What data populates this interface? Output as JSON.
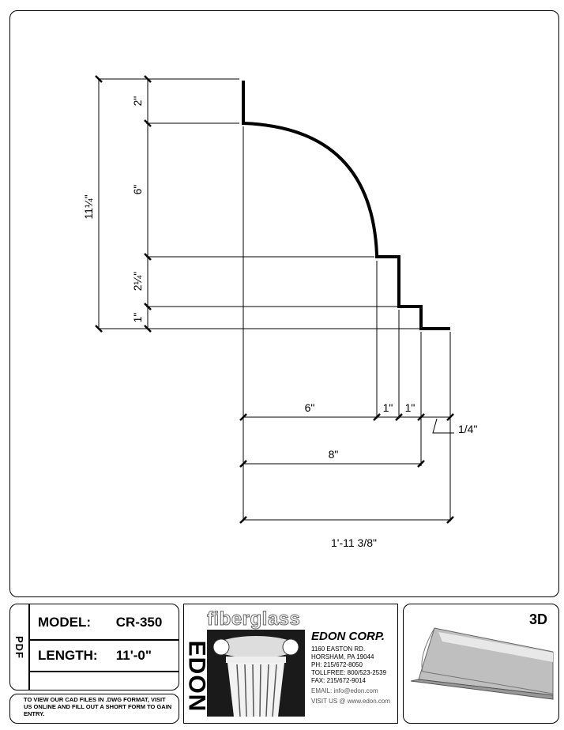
{
  "drawing": {
    "dims": {
      "height_total": "11¼\"",
      "seg_2": "2\"",
      "seg_6": "6\"",
      "seg_2_25": "2¼\"",
      "seg_1": "1\"",
      "w_6": "6\"",
      "w_1a": "1\"",
      "w_1b": "1\"",
      "w_quarter": "1/4\"",
      "w_8": "8\"",
      "w_total": "1'-11 3/8\""
    }
  },
  "title_block": {
    "pdf": "PDF",
    "model_label": "MODEL:",
    "model_value": "CR-350",
    "length_label": "LENGTH:",
    "length_value": "11'-0\""
  },
  "note": "TO VIEW OUR CAD FILES IN .DWG FORMAT, VISIT US ONLINE AND FILL OUT A SHORT FORM TO GAIN ENTRY.",
  "logo": {
    "fiberglass": "fiberglass",
    "edon": "EDON",
    "corp": "EDON CORP.",
    "address1": "1160 EASTON RD.",
    "address2": "HORSHAM, PA 19044",
    "phone": "PH: 215/672-8050",
    "tollfree": "TOLLFREE: 800/523-2539",
    "fax": "FAX: 215/672-9014",
    "email": "EMAIL: info@edon.com",
    "web": "VISIT US @ www.edon.com"
  },
  "view3d": {
    "label": "3D"
  }
}
